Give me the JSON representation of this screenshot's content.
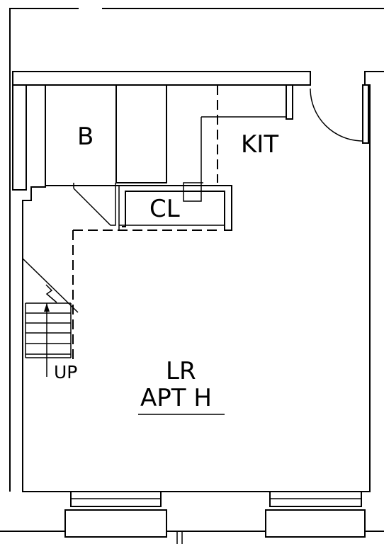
{
  "labels": {
    "bedroom": "B",
    "kitchen": "KIT",
    "closet": "CL",
    "living_room": "LR",
    "apartment": "APT  H",
    "stair_up": "UP"
  }
}
